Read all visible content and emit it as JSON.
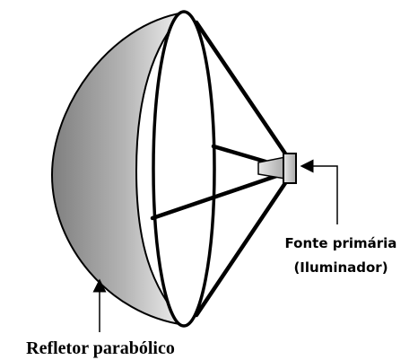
{
  "labels": {
    "feed_line1": "Fonte primária",
    "feed_line2": "(Iluminador)",
    "reflector": "Refletor parabólico"
  },
  "colors": {
    "stroke": "#000000",
    "shade_dark": "#7f7f7f",
    "shade_light": "#f2f2f2",
    "feed_fill": "#d0d0d0",
    "background": "#ffffff"
  }
}
